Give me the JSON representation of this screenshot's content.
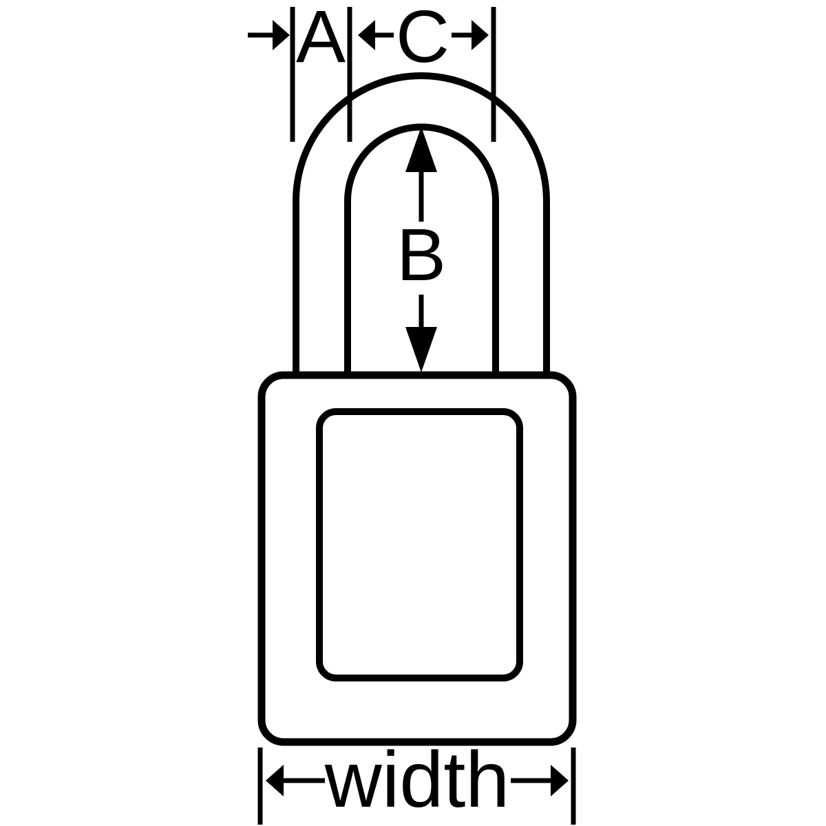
{
  "diagram": {
    "labels": {
      "a": "A",
      "c": "C",
      "b": "B",
      "width": "width"
    },
    "colors": {
      "line": "#000000",
      "background": "#ffffff"
    }
  }
}
